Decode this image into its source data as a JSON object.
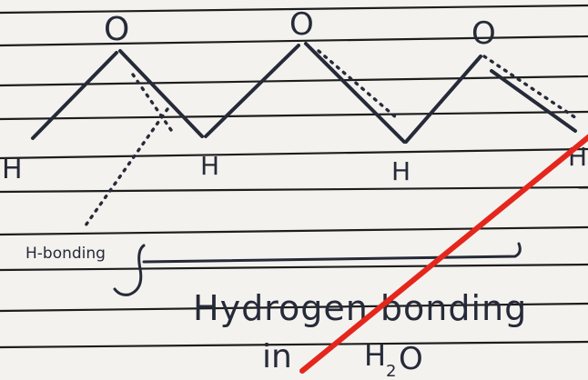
{
  "diagram": {
    "atoms": {
      "oxygen": [
        "O",
        "O",
        "O"
      ],
      "hydrogen": [
        "H",
        "H",
        "H",
        "H"
      ]
    },
    "label_hbond": "H-bonding",
    "caption_line1": "Hydrogen bonding",
    "caption_line2_prefix": "in",
    "caption_formula_H": "H",
    "caption_formula_sub": "2",
    "caption_formula_O": "O"
  },
  "colors": {
    "ink": "#262a38",
    "paper": "#f3f2ee",
    "rule_line": "#1d1d1d",
    "annotation": "#e5261c"
  }
}
